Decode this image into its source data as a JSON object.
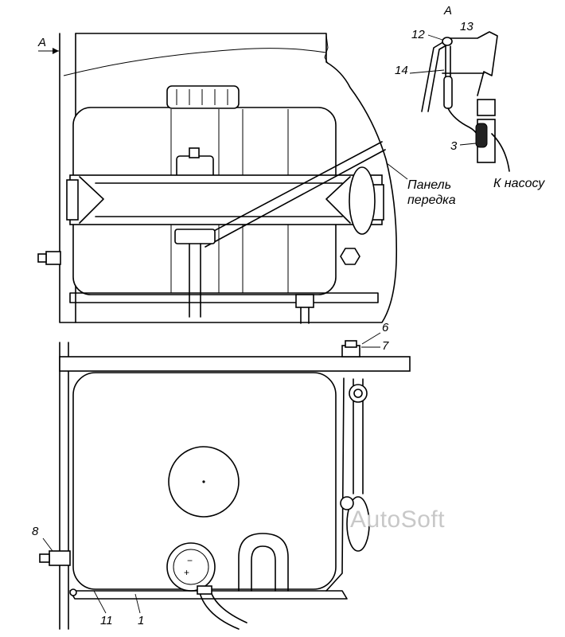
{
  "view_label_main": "А",
  "view_label_detail": "А",
  "panel_label_line1": "Панель",
  "panel_label_line2": "передка",
  "pump_label": "К насосу",
  "callouts": {
    "c1": "1",
    "c3": "3",
    "c6": "6",
    "c7": "7",
    "c8": "8",
    "c11": "11",
    "c12": "12",
    "c13": "13",
    "c14": "14"
  },
  "cap_symbol_top": "−",
  "cap_symbol_bottom": "+",
  "watermark": "AutoSoft"
}
